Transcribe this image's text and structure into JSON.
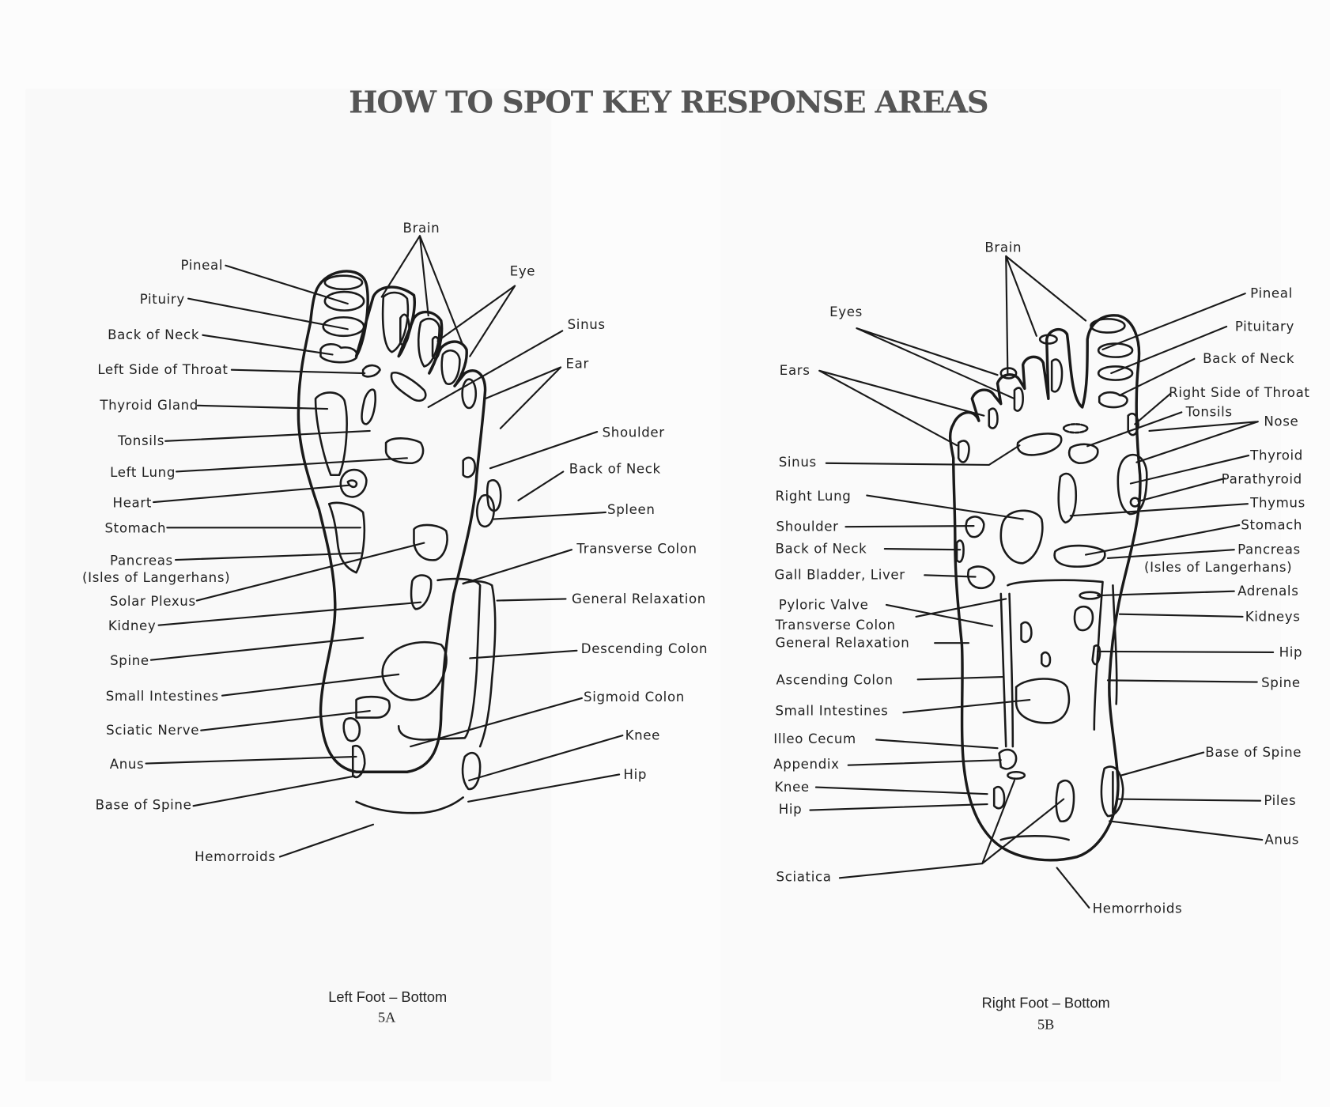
{
  "title": "HOW TO SPOT KEY RESPONSE AREAS",
  "left_foot": {
    "caption": "Left Foot – Bottom",
    "figure": "5A",
    "labels": [
      "Brain",
      "Pineal",
      "Pituiry",
      "Back of Neck",
      "Left Side of Throat",
      "Thyroid Gland",
      "Tonsils",
      "Left Lung",
      "Heart",
      "Stomach",
      "Pancreas",
      "(Isles of Langerhans)",
      "Solar Plexus",
      "Kidney",
      "Spine",
      "Small Intestines",
      "Sciatic Nerve",
      "Anus",
      "Base of Spine",
      "Hemorroids",
      "Eye",
      "Sinus",
      "Ear",
      "Shoulder",
      "Back of Neck",
      "Spleen",
      "Transverse Colon",
      "General Relaxation",
      "Descending Colon",
      "Sigmoid Colon",
      "Knee",
      "Hip"
    ]
  },
  "right_foot": {
    "caption": "Right Foot – Bottom",
    "figure": "5B",
    "labels": [
      "Brain",
      "Eyes",
      "Ears",
      "Sinus",
      "Right Lung",
      "Shoulder",
      "Back of Neck",
      "Gall Bladder, Liver",
      "Pyloric Valve",
      "Transverse Colon",
      "General Relaxation",
      "Ascending Colon",
      "Small Intestines",
      "Illeo Cecum",
      "Appendix",
      "Knee",
      "Hip",
      "Sciatica",
      "Hemorrhoids",
      "Pineal",
      "Pituitary",
      "Back of Neck",
      "Right Side of Throat",
      "Tonsils",
      "Nose",
      "Thyroid",
      "Parathyroid",
      "Thymus",
      "Stomach",
      "Pancreas",
      "(Isles of Langerhans)",
      "Adrenals",
      "Kidneys",
      "Hip",
      "Spine",
      "Base of Spine",
      "Piles",
      "Anus"
    ]
  }
}
